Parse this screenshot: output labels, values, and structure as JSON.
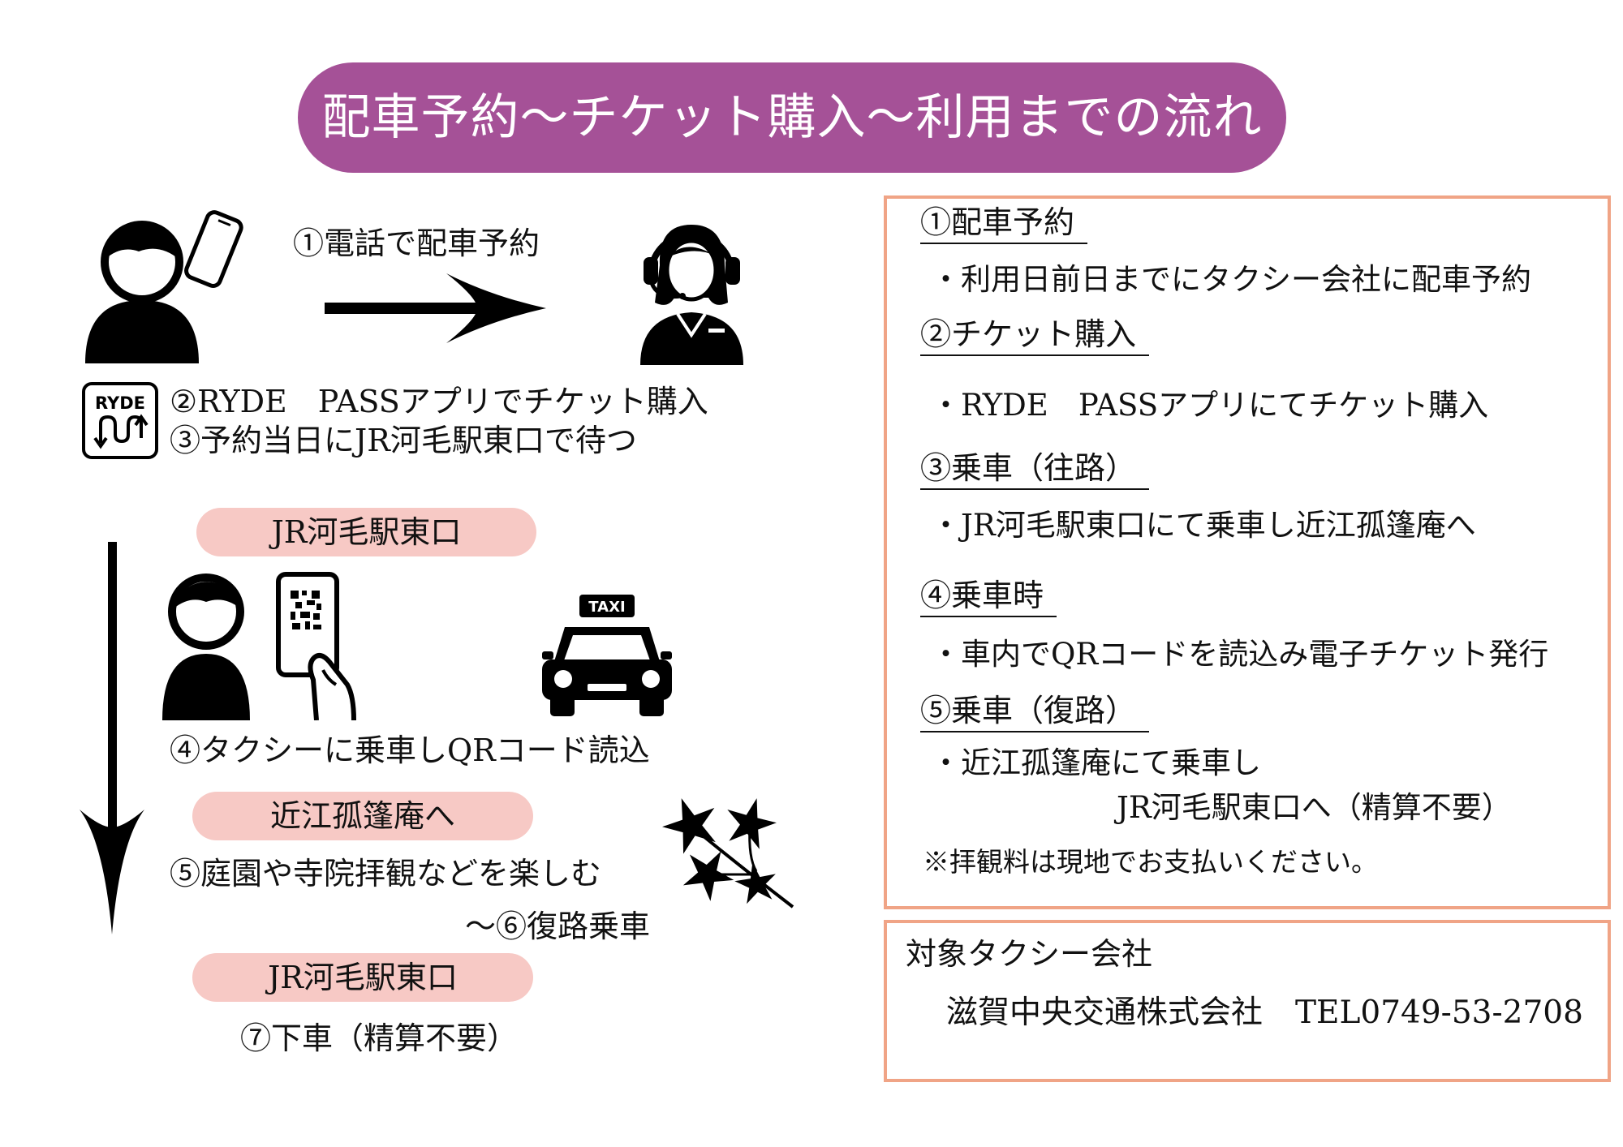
{
  "title": "配車予約～チケット購入～利用までの流れ",
  "flow": {
    "step1_label": "①電話で配車予約",
    "ryde_logo_text": "RYDE",
    "step2_label": "②RYDE　PASSアプリでチケット購入",
    "step3_label": "③予約当日にJR河毛駅東口で待つ",
    "pickup_pill": "JR河毛駅東口",
    "taxi_sign": "TAXI",
    "step4_label": "④タクシーに乗車しQRコード読込",
    "destination_pill": "近江孤篷庵へ",
    "step5_label": "⑤庭園や寺院拝観などを楽しむ",
    "step6_label": "～⑥復路乗車",
    "return_pill": "JR河毛駅東口",
    "step7_label": "⑦下車（精算不要）"
  },
  "details": {
    "sections": [
      {
        "heading": "①配車予約",
        "lines": [
          "・利用日前日までにタクシー会社に配車予約"
        ]
      },
      {
        "heading": "②チケット購入",
        "lines": [
          "・RYDE　PASSアプリにてチケット購入"
        ]
      },
      {
        "heading": "③乗車（往路）",
        "lines": [
          "・JR河毛駅東口にて乗車し近江孤篷庵へ"
        ]
      },
      {
        "heading": "④乗車時",
        "lines": [
          "・車内でQRコードを読込み電子チケット発行"
        ]
      },
      {
        "heading": "⑤乗車（復路）",
        "lines": [
          "・近江孤篷庵にて乗車し",
          "JR河毛駅東口へ（精算不要）"
        ]
      }
    ],
    "note": "※拝観料は現地でお支払いください。"
  },
  "company": {
    "heading": "対象タクシー会社",
    "name": "滋賀中央交通株式会社",
    "tel": "TEL0749-53-2708"
  },
  "icons": [
    "person-with-phone-icon",
    "arrow-right-icon",
    "operator-headset-icon",
    "ryde-app-icon",
    "arrow-down-icon",
    "person-scanning-qr-icon",
    "taxi-icon",
    "maple-leaves-icon"
  ],
  "colors": {
    "title_bg": "#a55197",
    "title_text": "#ffffff",
    "pill_bg": "#f7c9c5",
    "panel_border": "#f0a486",
    "text": "#111111"
  }
}
